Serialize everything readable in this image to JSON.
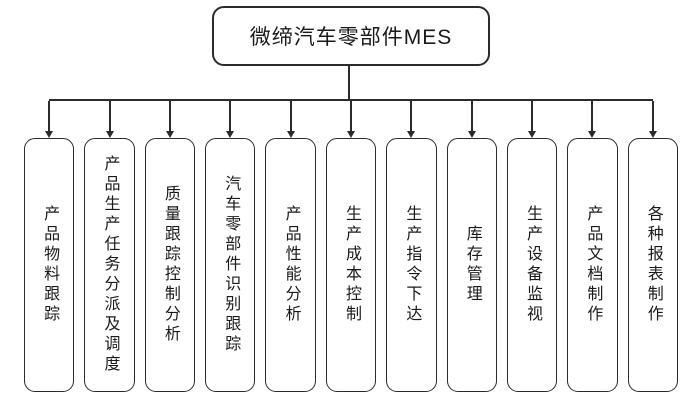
{
  "diagram": {
    "root": {
      "label": "微缔汽车零部件MES"
    },
    "modules": [
      {
        "label": "产品物料跟踪"
      },
      {
        "label": "产品生产任务分派及调度"
      },
      {
        "label": "质量跟踪控制分析"
      },
      {
        "label": "汽车零部件识别跟踪"
      },
      {
        "label": "产品性能分析"
      },
      {
        "label": "生产成本控制"
      },
      {
        "label": "生产指令下达"
      },
      {
        "label": "库存管理"
      },
      {
        "label": "生产设备监视"
      },
      {
        "label": "产品文档制作"
      },
      {
        "label": "各种报表制作"
      }
    ],
    "colors": {
      "line": "#2b2b2b",
      "background": "#ffffff",
      "text": "#1a1a1a"
    }
  }
}
